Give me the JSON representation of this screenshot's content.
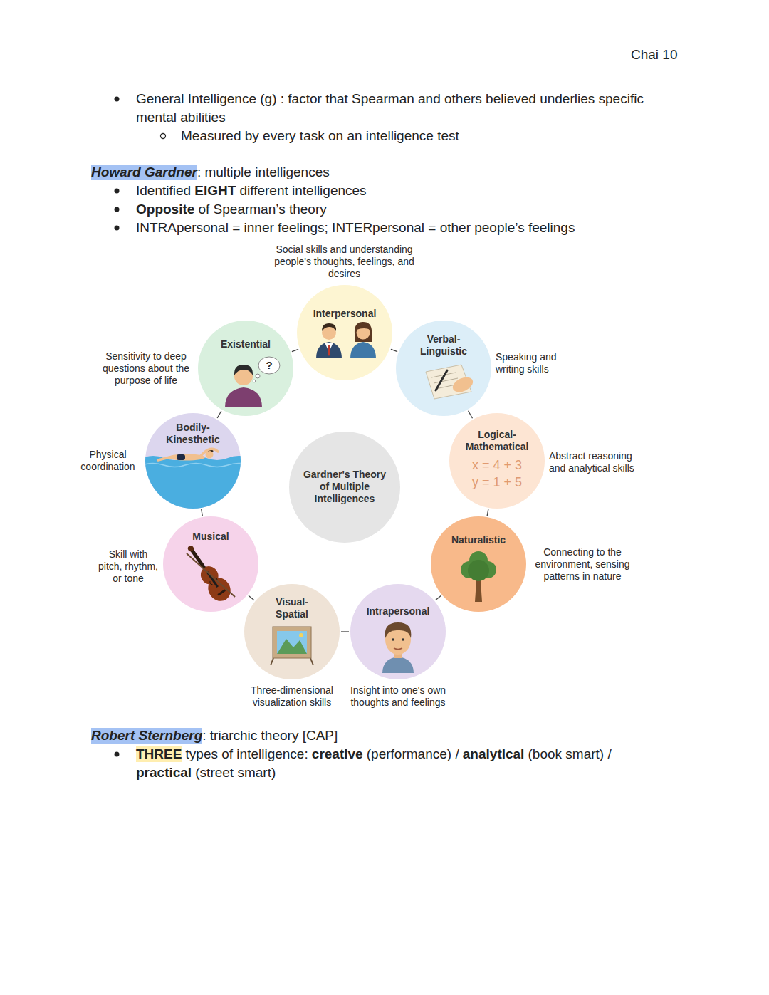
{
  "diagram": {
    "nodes": [
      {
        "text": [
          "Interpersonal",
          "Social skills and understanding people's thoughts, feelings, and desires"
        ]
      },
      {
        "text": [
          "Existential",
          "?",
          "Sensitivity to deep questions about the purpose of life"
        ]
      },
      {
        "text": [
          "Verbal- Linguistic",
          "Speaking and writing skills"
        ]
      },
      {
        "text": [
          "Bodily- Kinesthetic",
          "Physical coordination"
        ]
      },
      {
        "text": [
          "Logical- Mathematical",
          "x = 4 + 3",
          "y = 1 + 5",
          "Abstract reasoning and analytical skills"
        ]
      },
      {
        "text": [
          "Gardner's Theory of Multiple Intelligences"
        ]
      },
      {
        "text": [
          "Musical",
          "Skill with pitch, rhythm, or tone"
        ]
      },
      {
        "text": [
          "Naturalistic",
          "Connecting to the environment, sensing patterns in nature"
        ]
      },
      {
        "text": [
          "Visual- Spatial",
          "Three-dimensional visualization skills"
        ]
      },
      {
        "text": [
          "Intrapersonal",
          "Insight into one's own thoughts and feelings"
        ]
      }
    ],
    "edges": [
      {
        "from": 0,
        "to": 2,
        "arrow": "none"
      },
      {
        "from": 2,
        "to": 4,
        "arrow": "none"
      },
      {
        "from": 4,
        "to": 7,
        "arrow": "none"
      },
      {
        "from": 7,
        "to": 9,
        "arrow": "none"
      },
      {
        "from": 9,
        "to": 8,
        "arrow": "none"
      },
      {
        "from": 8,
        "to": 6,
        "arrow": "none"
      },
      {
        "from": 6,
        "to": 3,
        "arrow": "none"
      },
      {
        "from": 3,
        "to": 1,
        "arrow": "none"
      },
      {
        "from": 1,
        "to": 0,
        "arrow": "none"
      }
    ],
    "labels": [
      "Chai 10",
      "General Intelligence (g) : factor that Spearman and others believed underlies specific mental abilities",
      "Measured by every task on an intelligence test",
      "Howard Gardner",
      ": multiple intelligences",
      "Identified",
      "EIGHT",
      "different intelligences",
      "Opposite",
      "of Spearman’s theory",
      "INTRApersonal = inner feelings; INTERpersonal = other people’s feelings",
      "Robert Sternberg",
      ": triarchic theory [CAP]",
      "THREE",
      "types of intelligence:",
      "creative",
      "(performance) /",
      "analytical",
      "(book smart) /",
      "practical",
      "(street smart)"
    ]
  }
}
